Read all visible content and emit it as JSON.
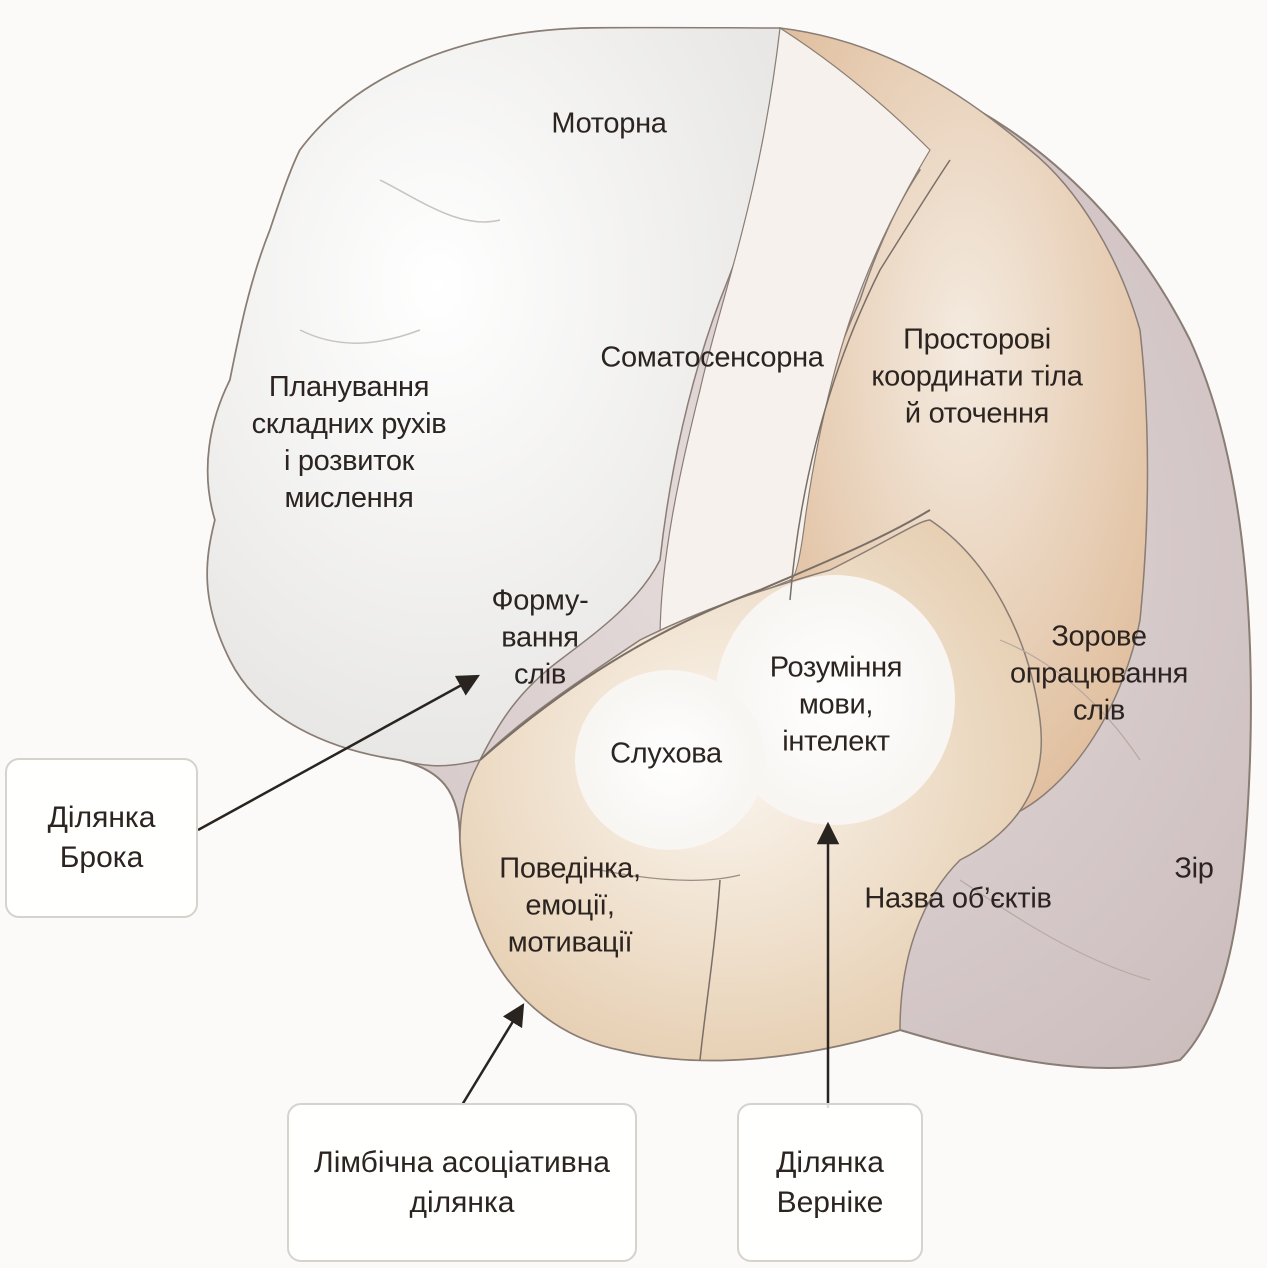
{
  "regions": {
    "motor": "Моторна",
    "planning": "Планування\nскладних рухів\nі розвиток\nмислення",
    "somatosensory": "Соматосенсорна",
    "spatial": "Просторові\nкоординати тіла\nй оточення",
    "word_formation": "Форму-\nвання\nслів",
    "language_comprehension": "Розуміння\nмови,\nінтелект",
    "auditory": "Слухова",
    "visual_word_processing": "Зорове\nопрацювання\nслів",
    "behavior": "Поведінка,\nемоції,\nмотивації",
    "object_naming": "Назва об’єктів",
    "vision": "Зір"
  },
  "callouts": {
    "broca": "Ділянка\nБрока",
    "limbic": "Лімбічна асоціативна\nділянка",
    "wernicke": "Ділянка\nВерніке"
  },
  "colors": {
    "frontal": "#f3f3f3",
    "parietal": "#eadbc8",
    "temporal": "#efe2cf",
    "occipital": "#dcd0d0",
    "outline": "#7a6f66",
    "arrow": "#2a2420"
  }
}
